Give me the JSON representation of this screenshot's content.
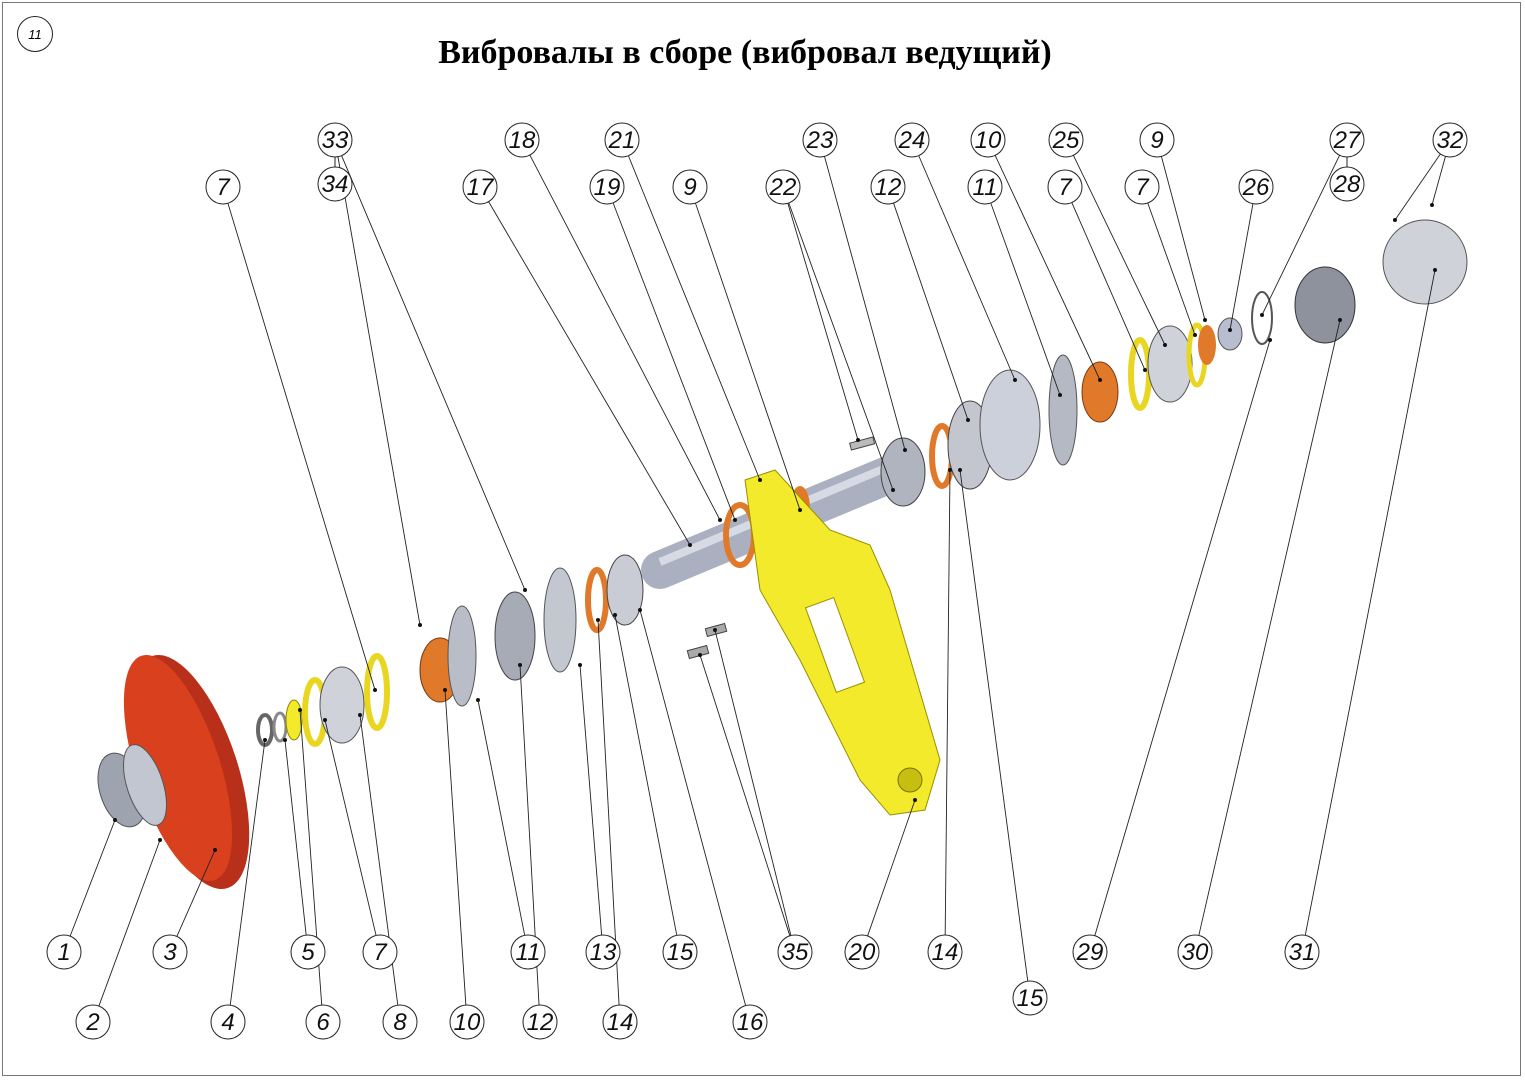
{
  "title": "Вибровалы в сборе (вибровал ведущий)",
  "sheet_number": "11",
  "balloons": [
    "33",
    "18",
    "21",
    "23",
    "24",
    "10",
    "25",
    "9",
    "27",
    "32",
    "7",
    "34",
    "17",
    "19",
    "9",
    "22",
    "12",
    "11",
    "7",
    "7",
    "26",
    "28",
    "1",
    "3",
    "5",
    "7",
    "11",
    "13",
    "15",
    "35",
    "20",
    "14",
    "29",
    "30",
    "31",
    "2",
    "4",
    "6",
    "8",
    "10",
    "12",
    "14",
    "16",
    "15"
  ],
  "colors": {
    "red": "#d8401e",
    "orange": "#e07a2a",
    "yellow": "#f2ea2a",
    "steel": "#b9bdc8",
    "dark": "#6d717a"
  }
}
